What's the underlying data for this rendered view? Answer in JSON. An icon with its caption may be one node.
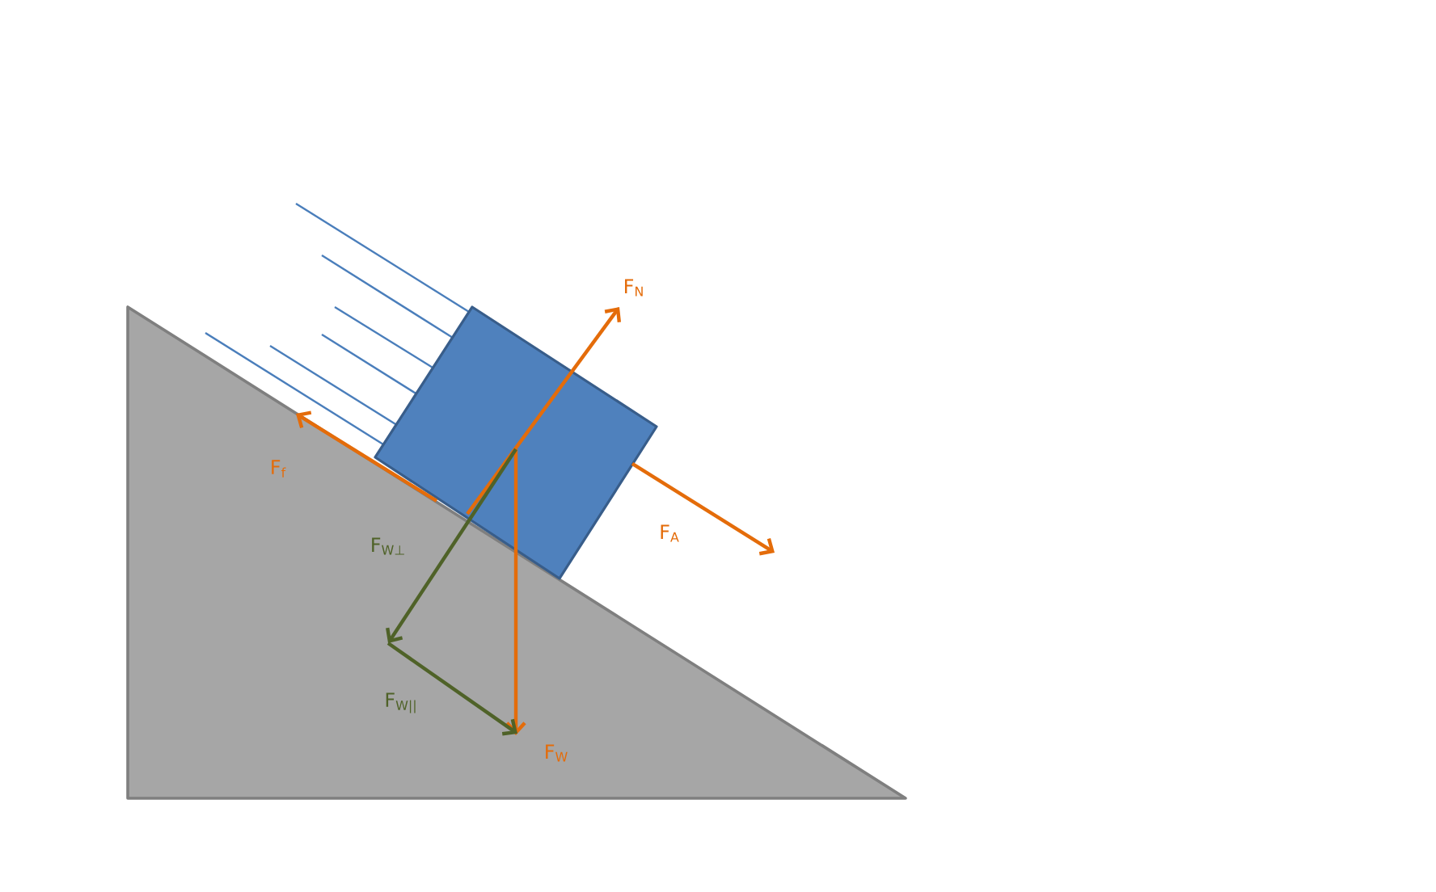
{
  "diagram": {
    "labels": [
      "F$_{N}$",
      "F$_{f}$",
      "F$_{A}$",
      "F$_{W⊥}$",
      "F$_{W||}$",
      "F$_{W}$"
    ]
  }
}
